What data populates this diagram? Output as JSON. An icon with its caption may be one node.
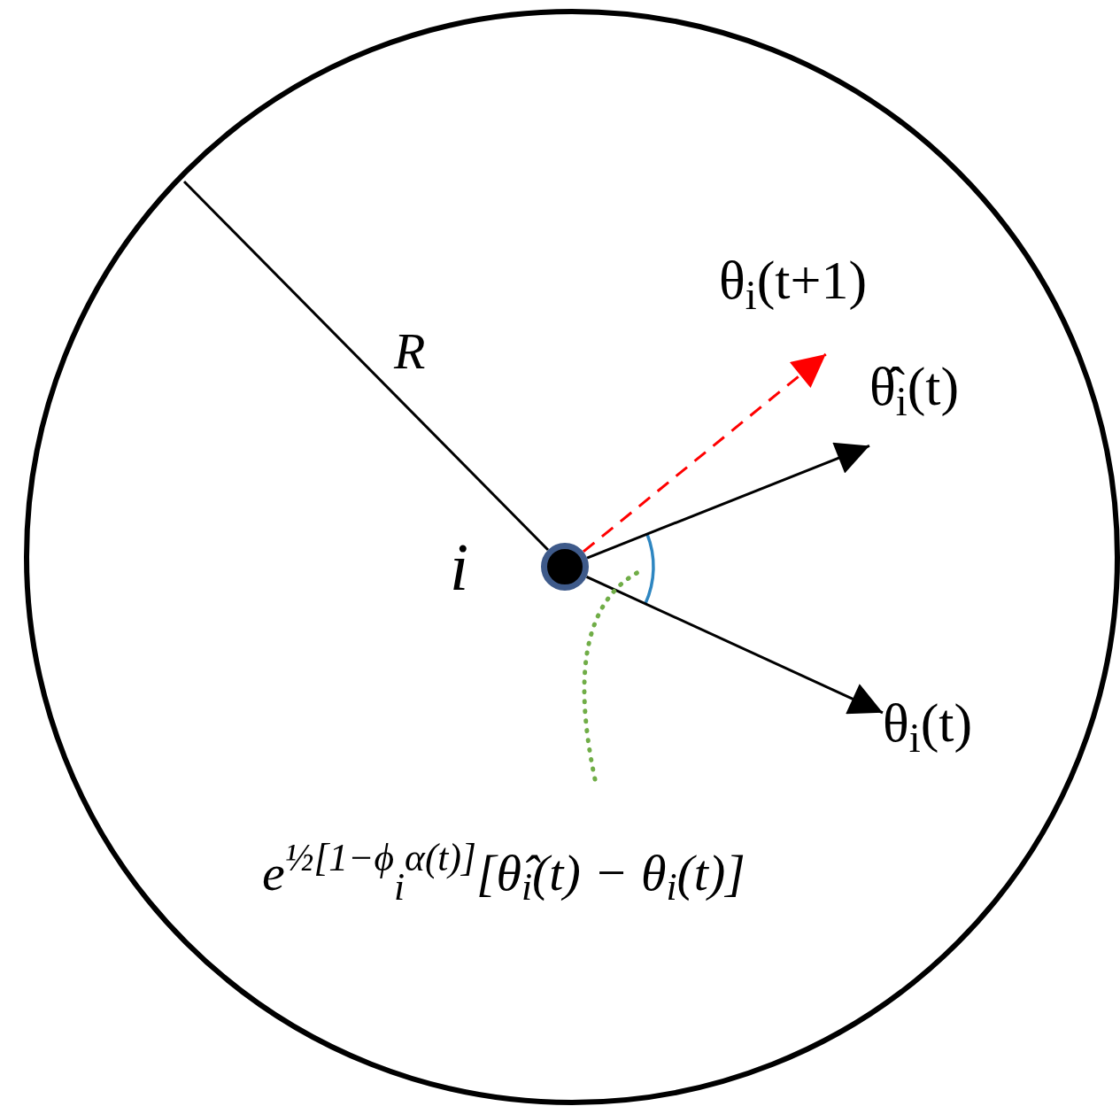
{
  "diagram": {
    "nodes": [
      {
        "text": [],
        "shape": "circle",
        "beside": [
          "i"
        ]
      },
      {
        "text": [
          "θ$_{i}$(t+1)"
        ]
      },
      {
        "text": [
          "θ̂$_{i}$(t)"
        ]
      },
      {
        "text": [
          "θ$_{i}$(t)"
        ]
      },
      {
        "text": [
          "e$^{½[1−ϕ}$$_{i}$$^{α}$$^{(t)]}$[θ̂$_{i}$(t) − θ$_{i}$(t)]"
        ]
      },
      {
        "text": [],
        "shape": "arc"
      }
    ],
    "edges": [
      {
        "from": 0,
        "to": 1,
        "arrow": "to",
        "style": "dashed",
        "color": "#ff0000"
      },
      {
        "from": 0,
        "to": 2,
        "arrow": "to"
      },
      {
        "from": 0,
        "to": 3,
        "arrow": "to"
      },
      {
        "from": 4,
        "to": 5,
        "arrow": "none",
        "style": "dashed",
        "color": "#70ad47"
      }
    ],
    "labels": [
      "R"
    ]
  }
}
